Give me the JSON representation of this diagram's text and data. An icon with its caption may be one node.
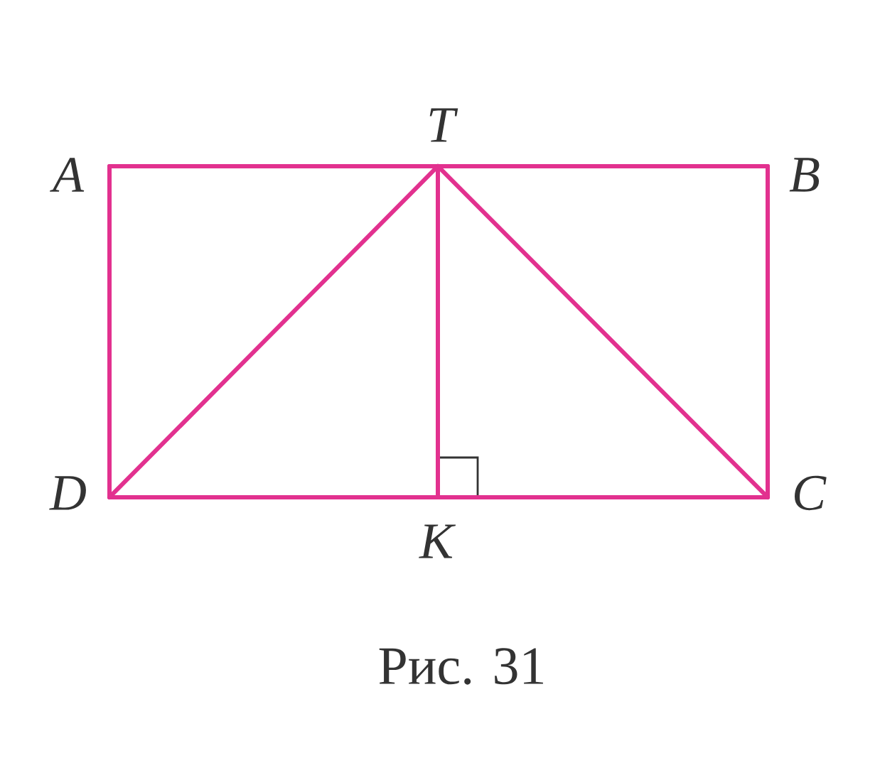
{
  "diagram": {
    "caption": "Рис. 31",
    "nodes": [
      {
        "text": [
          "A"
        ]
      },
      {
        "text": [
          "T"
        ]
      },
      {
        "text": [
          "B"
        ]
      },
      {
        "text": [
          "D"
        ]
      },
      {
        "text": [
          "K"
        ]
      },
      {
        "text": [
          "C"
        ]
      }
    ],
    "edges": [
      {
        "from": 0,
        "to": 1,
        "arrow": "none"
      },
      {
        "from": 1,
        "to": 2,
        "arrow": "none"
      },
      {
        "from": 2,
        "to": 5,
        "arrow": "none"
      },
      {
        "from": 5,
        "to": 4,
        "arrow": "none"
      },
      {
        "from": 4,
        "to": 3,
        "arrow": "none"
      },
      {
        "from": 3,
        "to": 0,
        "arrow": "none"
      },
      {
        "from": 3,
        "to": 1,
        "arrow": "none"
      },
      {
        "from": 1,
        "to": 5,
        "arrow": "none"
      },
      {
        "from": 1,
        "to": 4,
        "arrow": "none"
      }
    ]
  }
}
